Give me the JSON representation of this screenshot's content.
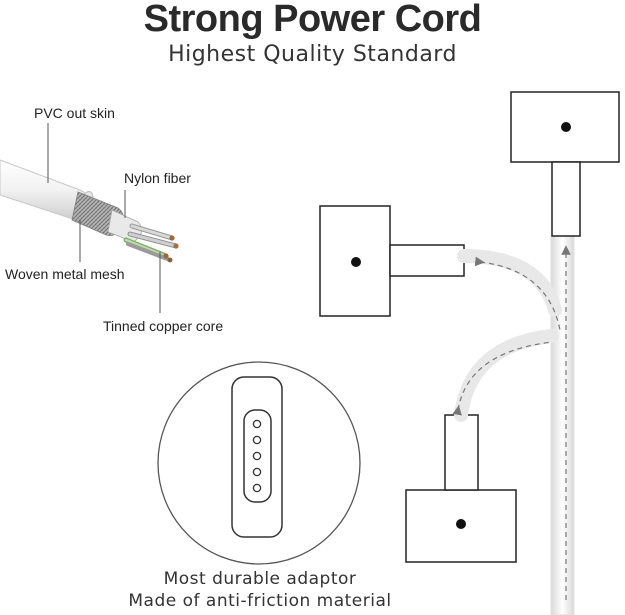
{
  "header": {
    "title": "Strong Power Cord",
    "subtitle": "Highest Quality Standard"
  },
  "cable_labels": {
    "pvc": "PVC out skin",
    "nylon": "Nylon fiber",
    "mesh": "Woven metal mesh",
    "copper": "Tinned copper core"
  },
  "adaptor_caption": {
    "line1": "Most durable adaptor",
    "line2": "Made of anti-friction material"
  }
}
